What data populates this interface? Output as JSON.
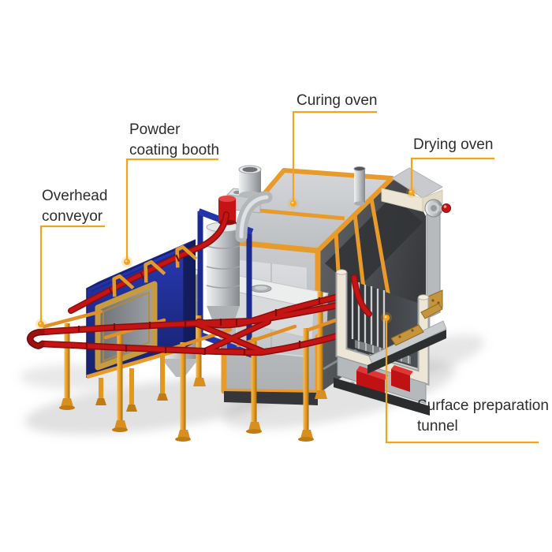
{
  "figure": {
    "background_color": "#ffffff",
    "accent_color": "#F4A41C",
    "text_color": "#2D2D2D",
    "labels": {
      "curing_oven": "Curing oven",
      "drying_oven": "Drying oven",
      "powder_coating_booth": "Powder coating booth",
      "overhead_conveyor": "Overhead conveyor",
      "surface_preparation_tunnel": "Surface preparation tunnel"
    },
    "equipment_palette": {
      "conveyor_red": "#C41414",
      "structure_orange": "#E89B2B",
      "booth_blue": "#2333A8",
      "panel_gray": "#C6C9CC",
      "interior_dark_gray": "#3F4144",
      "cream_trim": "#EDE6D4",
      "brass_pad": "#C6953B"
    }
  }
}
